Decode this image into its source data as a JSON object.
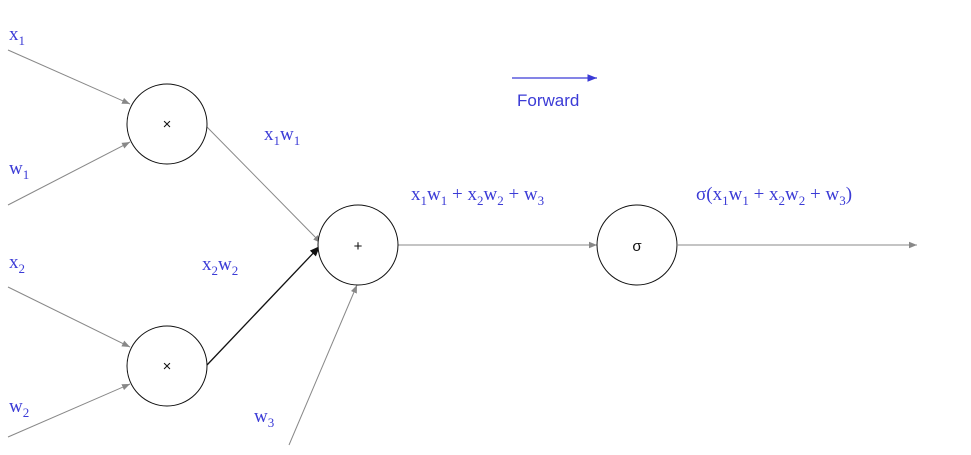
{
  "inputs": {
    "x1": {
      "base": "x",
      "sub": "1"
    },
    "w1": {
      "base": "w",
      "sub": "1"
    },
    "x2": {
      "base": "x",
      "sub": "2"
    },
    "w2": {
      "base": "w",
      "sub": "2"
    },
    "w3": {
      "base": "w",
      "sub": "3"
    }
  },
  "nodes": {
    "mul_top": "×",
    "mul_bottom": "×",
    "add": "+",
    "sigmoid": "σ"
  },
  "intermediates": {
    "x1w1": [
      {
        "t": "x"
      },
      {
        "t": "1",
        "sub": true
      },
      {
        "t": "w"
      },
      {
        "t": "1",
        "sub": true
      }
    ],
    "x2w2": [
      {
        "t": "x"
      },
      {
        "t": "2",
        "sub": true
      },
      {
        "t": "w"
      },
      {
        "t": "2",
        "sub": true
      }
    ],
    "sum": [
      {
        "t": "x"
      },
      {
        "t": "1",
        "sub": true
      },
      {
        "t": "w"
      },
      {
        "t": "1",
        "sub": true
      },
      {
        "t": " + x"
      },
      {
        "t": "2",
        "sub": true
      },
      {
        "t": "w"
      },
      {
        "t": "2",
        "sub": true
      },
      {
        "t": " + w"
      },
      {
        "t": "3",
        "sub": true
      }
    ],
    "output": [
      {
        "t": "σ(x"
      },
      {
        "t": "1",
        "sub": true
      },
      {
        "t": "w"
      },
      {
        "t": "1",
        "sub": true
      },
      {
        "t": " + x"
      },
      {
        "t": "2",
        "sub": true
      },
      {
        "t": "w"
      },
      {
        "t": "2",
        "sub": true
      },
      {
        "t": " + w"
      },
      {
        "t": "3",
        "sub": true
      },
      {
        "t": ")"
      }
    ]
  },
  "direction_label": "Forward",
  "colors": {
    "label": "#3b3bd6",
    "edge": "#888888",
    "edge_strong": "#111111",
    "node_stroke": "#111111"
  }
}
